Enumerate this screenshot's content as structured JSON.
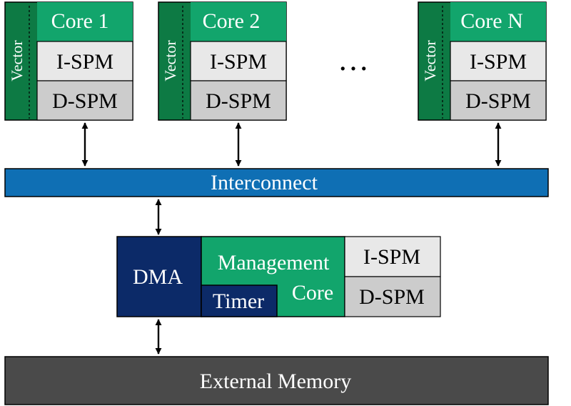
{
  "colors": {
    "core_header": "#12a56c",
    "core_dark": "#0d7a44",
    "vector_strip": "#118046",
    "ispm": "#e8e8e8",
    "dspm": "#cccccc",
    "interconnect": "#0f6fb4",
    "dma": "#0c2a68",
    "timer": "#0c2a68",
    "management_core": "#12a56c",
    "external_memory": "#4a4a4a",
    "text_light": "#ffffff",
    "text_dark": "#000000"
  },
  "cores": [
    {
      "title": "Core 1",
      "vector": "Vector",
      "ispm": "I-SPM",
      "dspm": "D-SPM"
    },
    {
      "title": "Core 2",
      "vector": "Vector",
      "ispm": "I-SPM",
      "dspm": "D-SPM"
    },
    {
      "title": "Core N",
      "vector": "Vector",
      "ispm": "I-SPM",
      "dspm": "D-SPM"
    }
  ],
  "ellipsis": "…",
  "interconnect": {
    "label": "Interconnect"
  },
  "management": {
    "dma": "DMA",
    "line1": "Management",
    "line2": "Core",
    "timer": "Timer",
    "ispm": "I-SPM",
    "dspm": "D-SPM"
  },
  "external_memory": {
    "label": "External Memory"
  }
}
